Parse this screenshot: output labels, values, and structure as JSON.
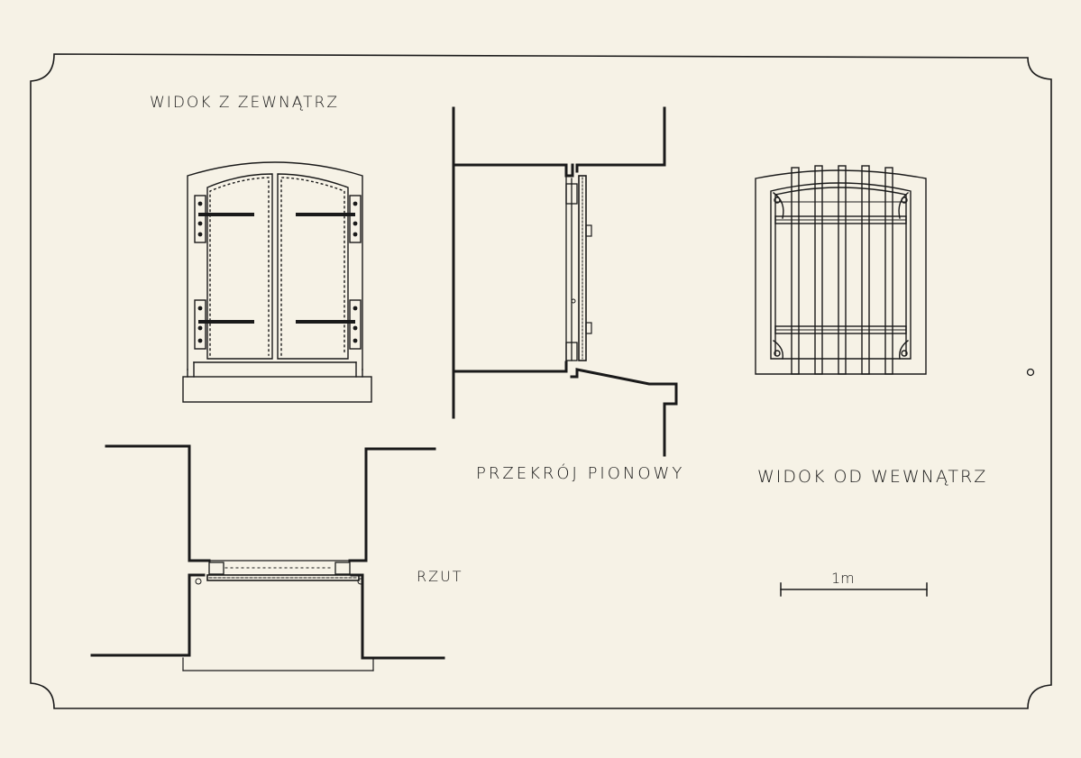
{
  "labels": {
    "view_outside": "WIDOK Z ZEWNĄTRZ",
    "vertical_section": "PRZEKRÓJ PIONOWY",
    "view_inside": "WIDOK OD WEWNĄTRZ",
    "plan": "RZUT",
    "scale": "1m"
  },
  "colors": {
    "paper": "#f6f2e6",
    "ink": "#1a1a1a"
  }
}
